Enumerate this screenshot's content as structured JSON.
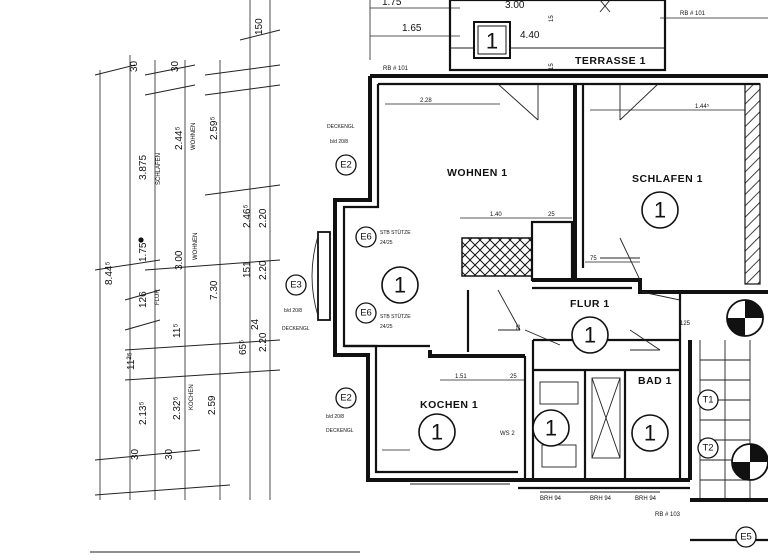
{
  "rooms": {
    "wohnen": "WOHNEN 1",
    "schlafen": "SCHLAFEN 1",
    "flur": "FLUR 1",
    "kochen": "KOCHEN 1",
    "bad": "BAD 1",
    "terrasse": "TERRASSE 1"
  },
  "unit_number": "1",
  "tags": {
    "e2": "E2",
    "e3": "E3",
    "e5": "E5",
    "e6": "E6",
    "t1": "T1",
    "t2": "T2"
  },
  "notes": {
    "deckengl": "DECKENGL",
    "deckengl_lc": "DECKENGL",
    "stb_stuetze": "STB STÜTZE",
    "stb_stuetze_size": "24/25",
    "stb_stuetze_short": "STB STÜTZE",
    "stb_stuetze_size_2": "24/25",
    "b_d": "b/d 20/8"
  },
  "dimensions": {
    "top_175": "1.75",
    "top_300": "3.00",
    "top_165": "1.65",
    "top_440": "4.40",
    "top_15": "15",
    "left_150": "150",
    "left_30a": "30",
    "left_30b": "30",
    "left_2445": "2.44⁵",
    "left_2595": "2.59⁵",
    "left_3875": "3.875",
    "left_8445": "8.44⁵",
    "left_175": "1.75",
    "left_300": "3.00",
    "left_730": "7.30",
    "left_2465": "2.46⁵",
    "left_220a": "2.20",
    "left_151": "151",
    "left_220b": "2.20",
    "left_126": "126",
    "left_115": "11⁵",
    "left_1125": "11²⁵",
    "left_655": "65⁵",
    "left_24": "24",
    "left_220c": "2.20",
    "left_2135": "2.13⁵",
    "left_2325": "2.32⁵",
    "left_259": "2.59",
    "left_30c": "30",
    "left_30d": "30",
    "schlafen_v": "SCHLAFEN",
    "wohnen_v": "WOHNEN",
    "flur_v": "FLUR",
    "kochen_v": "KOCHEN",
    "wohnen_228": "2.28",
    "wohnen_140": "1.40",
    "wohnen_25": "25",
    "schlafen_1445": "1.44⁵",
    "kochen_151": "1.51",
    "kochen_25": "25",
    "flur_75": "75",
    "flur_125": "125",
    "kochen_ws": "WS 2",
    "bottom_1": "BRH 94",
    "bottom_2": "BRH 94",
    "bottom_3": "BRH 94",
    "bottom_rb": "RB # 103",
    "top_rb": "RB # 101"
  }
}
